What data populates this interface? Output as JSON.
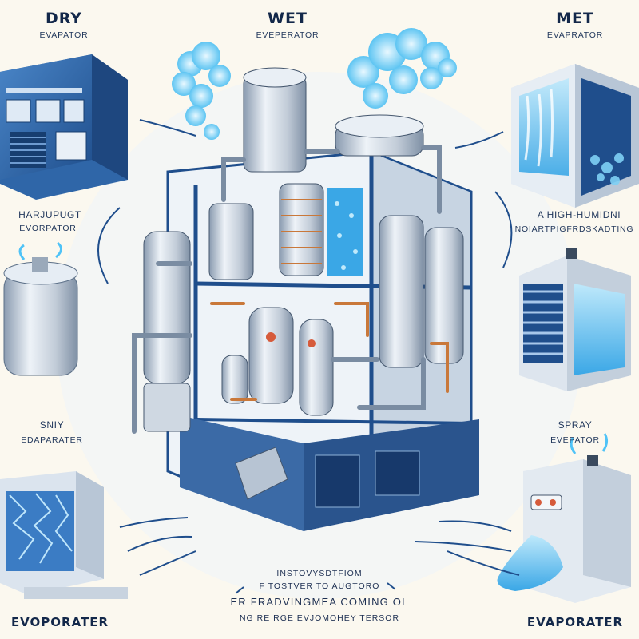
{
  "labels": {
    "top_left_title": "DRY",
    "top_left_sub": "EVAPATOR",
    "top_center_title": "WET",
    "top_center_sub": "EVEPERATOR",
    "top_right_title": "MET",
    "top_right_sub": "EVAPRATOR",
    "mid_left_title": "HARJUPUGT",
    "mid_left_sub": "EVORPATOR",
    "mid_right_line1": "A HIGH-HUMIDNI",
    "mid_right_line2": "NOIARTPIGFRDSKADTING",
    "low_left_title": "SNIY",
    "low_left_sub": "EDAPARATER",
    "low_right_title": "SPRAY",
    "low_right_sub": "EVEPATOR",
    "bottom_left": "EVOPORATER",
    "bottom_right": "EVAPORATER",
    "center_note_1": "INSTOVYSDTFIOM",
    "center_note_2": "F TOSTVER TO AUGTORO",
    "center_note_3": "ER FRADVINGMEA COMING OL",
    "center_note_4": "NG RE RGE EVJOMOHEY TERSOR"
  },
  "colors": {
    "background": "#fbf8ef",
    "steel": "#c9d3de",
    "blue_dark": "#1f4e8c",
    "blue_mid": "#3b7cc4",
    "cyan_water": "#4fc3f7",
    "copper": "#c9783a"
  }
}
